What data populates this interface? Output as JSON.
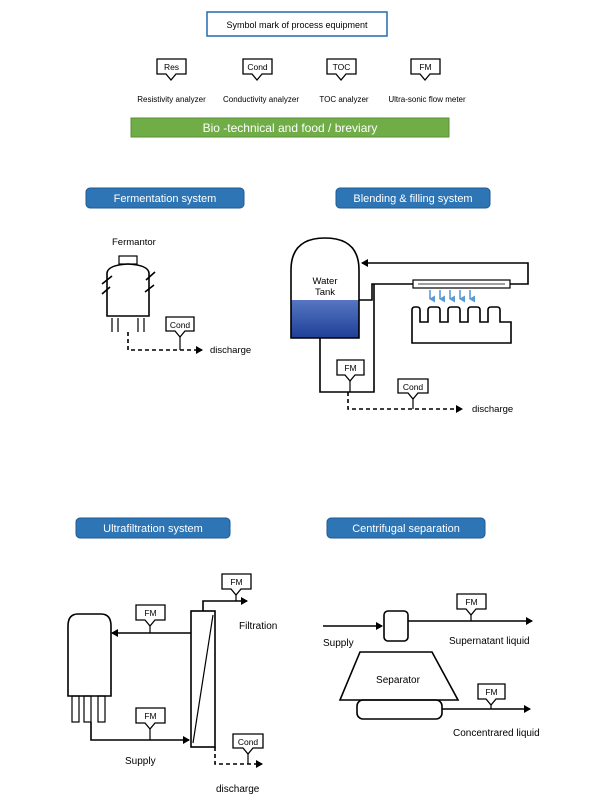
{
  "header": {
    "title": "Symbol  mark  of  process  equipment"
  },
  "legend": {
    "symbols": [
      {
        "code": "Res",
        "label": "Resistivity analyzer"
      },
      {
        "code": "Cond",
        "label": "Conductivity analyzer"
      },
      {
        "code": "TOC",
        "label": "TOC analyzer"
      },
      {
        "code": "FM",
        "label": "Ultra-sonic flow meter"
      }
    ]
  },
  "category_banner": {
    "label": "Bio -technical and food / breviary",
    "color": "#70ad47"
  },
  "colors": {
    "section_header_bg": "#2e75b6",
    "header_border": "#2e75b6",
    "water_fill": "#1f3f99",
    "spray_arrows": "#5b9bd5"
  },
  "sections": {
    "fermentation": {
      "title": "Fermentation system",
      "vessel_label": "Fermantor",
      "meter": "Cond",
      "discharge": "discharge"
    },
    "blending": {
      "title": "Blending  & filling  system",
      "tank_label_1": "Water",
      "tank_label_2": "Tank",
      "meter_flow": "FM",
      "meter_cond": "Cond",
      "discharge": "discharge"
    },
    "ultrafiltration": {
      "title": "Ultrafiltration  system",
      "meter_top": "FM",
      "meter_mid": "FM",
      "meter_bottom": "FM",
      "meter_cond": "Cond",
      "filtration": "Filtration",
      "supply": "Supply",
      "discharge": "discharge"
    },
    "centrifugal": {
      "title": "Centrifugal  separation",
      "supply": "Supply",
      "separator": "Separator",
      "meter_top": "FM",
      "meter_bottom": "FM",
      "supernatant": "Supernatant liquid",
      "concentrated": "Concentrared  liquid"
    }
  }
}
